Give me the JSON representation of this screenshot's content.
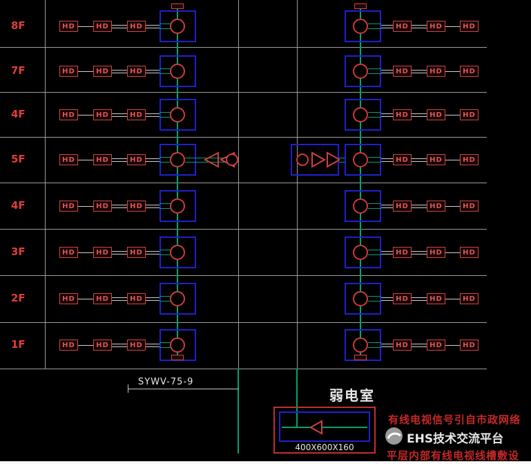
{
  "diagram": {
    "floors": [
      {
        "label": "8F"
      },
      {
        "label": "7F"
      },
      {
        "label": "4F"
      },
      {
        "label": "5F"
      },
      {
        "label": "4F"
      },
      {
        "label": "3F"
      },
      {
        "label": "2F"
      },
      {
        "label": "1F"
      }
    ],
    "labels": {
      "hd": "HD",
      "cable": "SYWV-75-9",
      "room": "弱电室",
      "cabinet_size": "400X600X160"
    },
    "watermark": {
      "note1": "有线电视信号引自市政网络",
      "note2": "平层内部有线电视线槽敷设",
      "brand": "EHS技术交流平台"
    },
    "colors": {
      "background": "#000000",
      "red": "#cf3b3b",
      "blue": "#2020cf",
      "green": "#00a276",
      "grid": "#9e9e9e",
      "white": "#e8e8e8"
    }
  }
}
